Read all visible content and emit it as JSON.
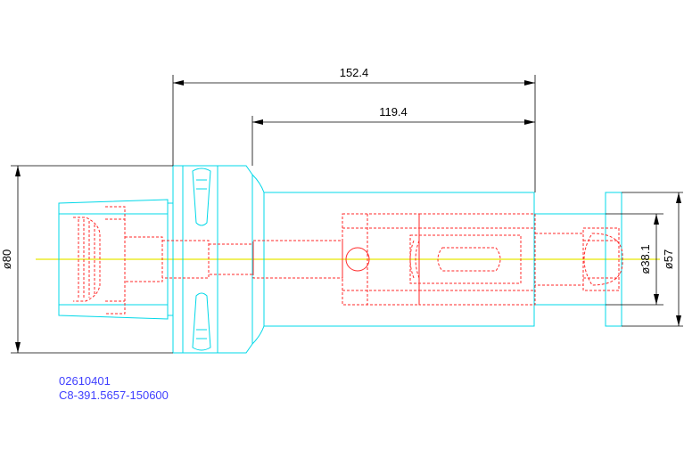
{
  "dimensions": {
    "overall_length": "152.4",
    "body_length": "119.4",
    "flange_diameter": "ø80",
    "shank_diameter": "ø38.1",
    "shank_flange_diameter": "ø57"
  },
  "caption": {
    "part_number": "02610401",
    "model_code": "C8-391.5657-150600"
  },
  "colors": {
    "outline": "#00d8e8",
    "hidden": "#ff2a2a",
    "centerline": "#e8e800",
    "dimension": "#000000",
    "caption": "#4040ff"
  }
}
